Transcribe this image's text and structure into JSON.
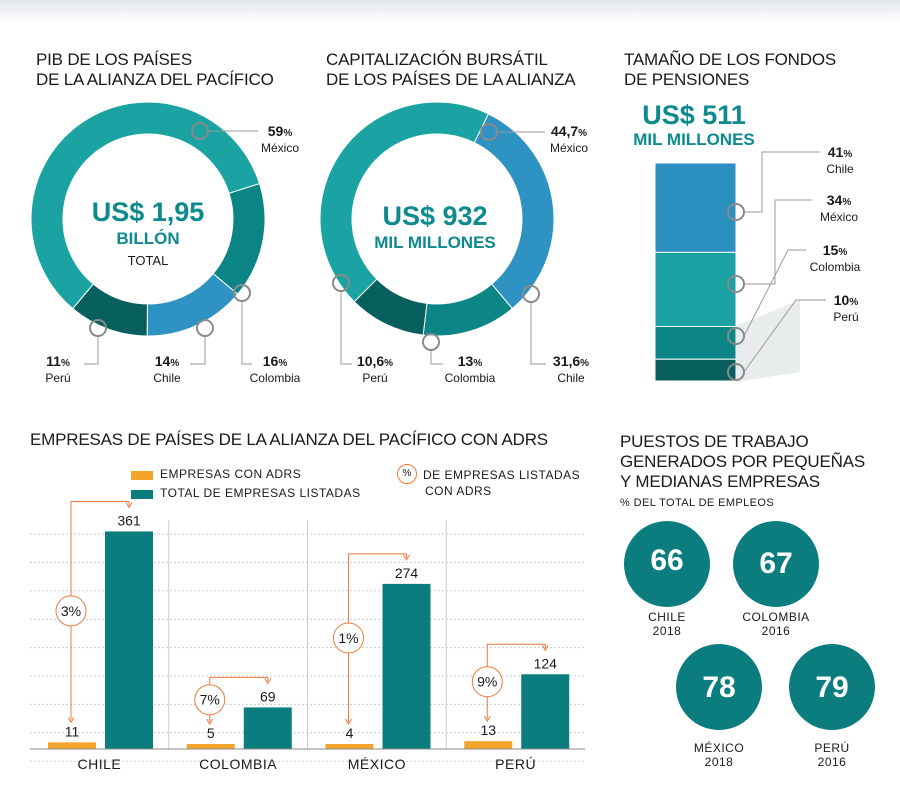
{
  "colors": {
    "dark": "#07605e",
    "teal": "#0c8a8d",
    "mid": "#1ba3a4",
    "blue": "#2b90c0",
    "orange": "#f3a52b",
    "orange_line": "#f07a3a"
  },
  "pib": {
    "title_l1": "PIB DE LOS PAÍSES",
    "title_l2": "DE LA ALIANZA DEL PACÍFICO",
    "center_amount": "US$ 1,95",
    "center_unit": "BILLÓN",
    "center_total": "TOTAL",
    "slices": [
      {
        "country": "México",
        "value": 59,
        "label": "59",
        "color": "#1ba3a4"
      },
      {
        "country": "Colombia",
        "value": 16,
        "label": "16",
        "color": "#0b8586"
      },
      {
        "country": "Chile",
        "value": 14,
        "label": "14",
        "color": "#2e93c3"
      },
      {
        "country": "Perú",
        "value": 11,
        "label": "11",
        "color": "#07605e"
      }
    ]
  },
  "cap": {
    "title_l1": "CAPITALIZACIÓN BURSÁTIL",
    "title_l2": "DE LOS PAÍSES DE LA ALIANZA",
    "center_amount": "US$ 932",
    "center_unit": "MIL MILLONES",
    "slices": [
      {
        "country": "México",
        "value": 44.7,
        "label": "44,7",
        "color": "#1ba3a4"
      },
      {
        "country": "Chile",
        "value": 31.6,
        "label": "31,6",
        "color": "#2e93c3"
      },
      {
        "country": "Colombia",
        "value": 13,
        "label": "13",
        "color": "#0b8586"
      },
      {
        "country": "Perú",
        "value": 10.6,
        "label": "10,6",
        "color": "#07605e"
      }
    ]
  },
  "pens": {
    "title_l1": "TAMAÑO DE LOS FONDOS",
    "title_l2": "DE PENSIONES",
    "amount": "US$ 511",
    "unit": "MIL MILLONES",
    "segments": [
      {
        "country": "Chile",
        "value": 41,
        "label": "41",
        "color": "#2b8fc0"
      },
      {
        "country": "México",
        "value": 34,
        "label": "34",
        "color": "#1ba3a4"
      },
      {
        "country": "Colombia",
        "value": 15,
        "label": "15",
        "color": "#0b8586"
      },
      {
        "country": "Perú",
        "value": 10,
        "label": "10",
        "color": "#07605e"
      }
    ]
  },
  "adr": {
    "title": "EMPRESAS DE PAÍSES DE LA ALIANZA DEL PACÍFICO CON ADRS",
    "legend_adrs": "EMPRESAS CON ADRS",
    "legend_total": "TOTAL DE EMPRESAS LISTADAS",
    "legend_pct_symbol": "%",
    "legend_pct_l1": "DE EMPRESAS LISTADAS",
    "legend_pct_l2": "CON ADRS",
    "ylim": [
      0,
      380
    ],
    "groups": [
      {
        "country": "CHILE",
        "adrs": 11,
        "total": 361,
        "pct": "3%"
      },
      {
        "country": "COLOMBIA",
        "adrs": 5,
        "total": 69,
        "pct": "7%"
      },
      {
        "country": "MÉXICO",
        "adrs": 4,
        "total": 274,
        "pct": "1%"
      },
      {
        "country": "PERÚ",
        "adrs": 13,
        "total": 124,
        "pct": "9%"
      }
    ]
  },
  "jobs": {
    "title_l1": "PUESTOS DE TRABAJO",
    "title_l2": "GENERADOS POR PEQUEÑAS",
    "title_l3": "Y MEDIANAS EMPRESAS",
    "subtitle": "% DEL TOTAL DE EMPLEOS",
    "items": [
      {
        "value": "66",
        "country": "CHILE",
        "year": "2018"
      },
      {
        "value": "67",
        "country": "COLOMBIA",
        "year": "2016"
      },
      {
        "value": "78",
        "country": "MÉXICO",
        "year": "2018"
      },
      {
        "value": "79",
        "country": "PERÚ",
        "year": "2016"
      }
    ]
  },
  "chart_data": [
    {
      "type": "pie",
      "title": "PIB DE LOS PAÍSES DE LA ALIANZA DEL PACÍFICO",
      "categories": [
        "México",
        "Colombia",
        "Chile",
        "Perú"
      ],
      "values": [
        59,
        16,
        14,
        11
      ]
    },
    {
      "type": "pie",
      "title": "CAPITALIZACIÓN BURSÁTIL DE LOS PAÍSES DE LA ALIANZA",
      "categories": [
        "México",
        "Chile",
        "Colombia",
        "Perú"
      ],
      "values": [
        44.7,
        31.6,
        13,
        10.6
      ]
    },
    {
      "type": "bar",
      "title": "TAMAÑO DE LOS FONDOS DE PENSIONES",
      "categories": [
        "Chile",
        "México",
        "Colombia",
        "Perú"
      ],
      "values": [
        41,
        34,
        15,
        10
      ]
    },
    {
      "type": "bar",
      "title": "EMPRESAS DE PAÍSES DE LA ALIANZA DEL PACÍFICO CON ADRS",
      "categories": [
        "CHILE",
        "COLOMBIA",
        "MÉXICO",
        "PERÚ"
      ],
      "series": [
        {
          "name": "EMPRESAS CON ADRS",
          "values": [
            11,
            5,
            4,
            13
          ]
        },
        {
          "name": "TOTAL DE EMPRESAS LISTADAS",
          "values": [
            361,
            69,
            274,
            124
          ]
        }
      ],
      "ylim": [
        0,
        380
      ]
    },
    {
      "type": "table",
      "title": "PUESTOS DE TRABAJO GENERADOS POR PEQUEÑAS Y MEDIANAS EMPRESAS",
      "categories": [
        "CHILE 2018",
        "COLOMBIA 2016",
        "MÉXICO 2018",
        "PERÚ 2016"
      ],
      "values": [
        66,
        67,
        78,
        79
      ]
    }
  ]
}
